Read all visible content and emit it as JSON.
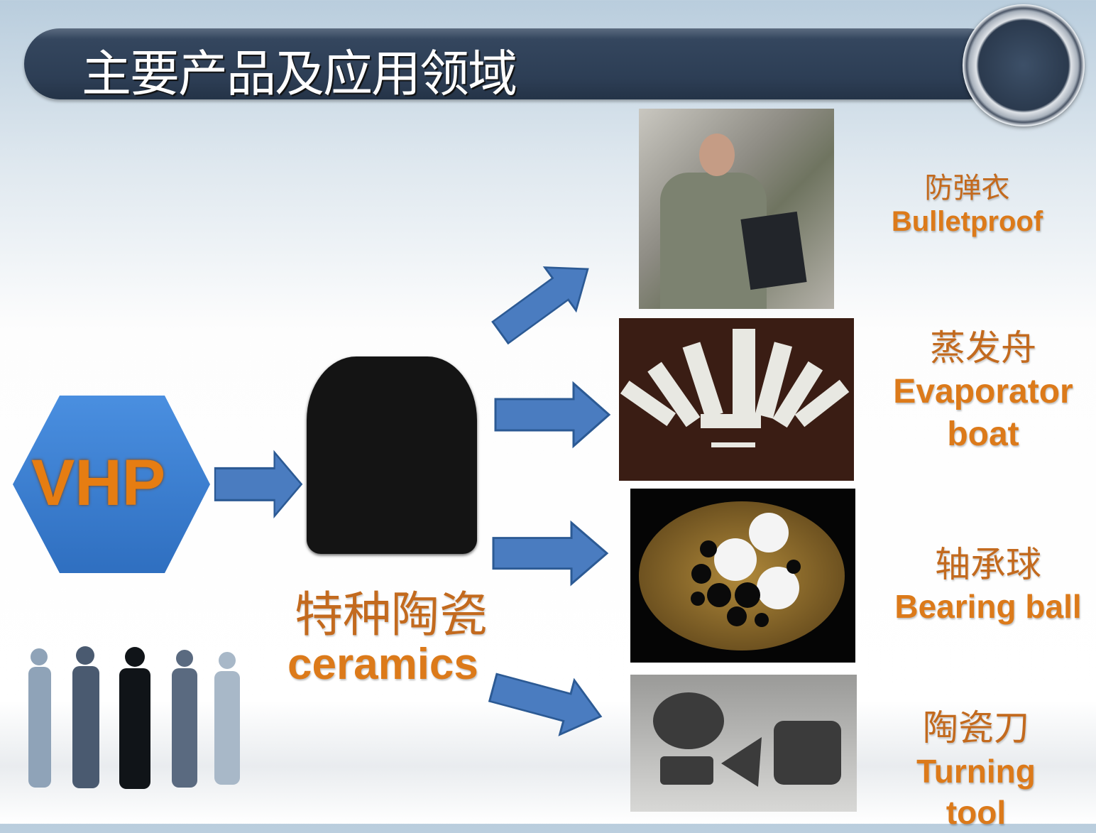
{
  "slide": {
    "title": "主要产品及应用领域",
    "source": {
      "label": "VHP"
    },
    "product": {
      "cn": "特种陶瓷",
      "en": "ceramics"
    },
    "applications": [
      {
        "cn": "防弹衣",
        "en": "Bulletproof"
      },
      {
        "cn": "蒸发舟",
        "en": "Evaporator boat"
      },
      {
        "cn": "轴承球",
        "en": "Bearing ball"
      },
      {
        "cn": "陶瓷刀",
        "en": "Turning tool"
      }
    ]
  },
  "colors": {
    "banner": "#2d3e55",
    "arrow": "#4a7cc0",
    "text_orange": "#dc7a1a",
    "hexagon": "#3f82d6"
  }
}
